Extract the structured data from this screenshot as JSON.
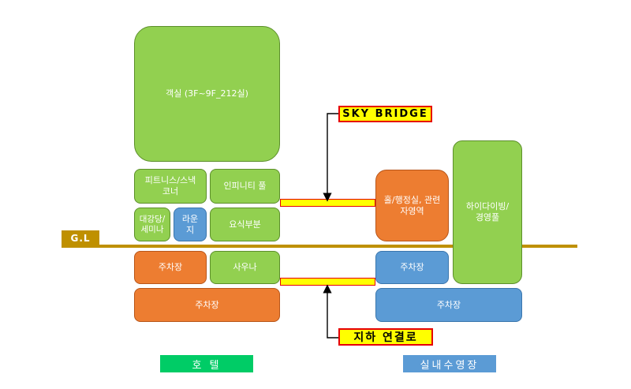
{
  "ground_level": {
    "label": "G.L"
  },
  "hotel": {
    "rooms": "객실 (3F~9F_212실)",
    "fitness": "피트니스/스낵코너",
    "infinity_pool": "인피니티 풀",
    "grand_hall": "대강당/세미나",
    "lounge": "라운지",
    "restaurant": "요식부분",
    "parking_b1": "주차장",
    "sauna": "사우나",
    "parking_b2": "주차장",
    "legend": "호 텔",
    "legend_color": "#00cc66"
  },
  "aquatic_center": {
    "hall": "홀/행정실, 관련자영역",
    "diving_pool": "하이다이빙/경영풀",
    "parking_b1": "주차장",
    "parking_b2": "주차장",
    "legend": "실내수영장",
    "legend_color": "#5b9bd5"
  },
  "connections": {
    "sky_bridge": "SKY BRIDGE",
    "underground": "지하 연결로"
  },
  "colors": {
    "green": "#92d050",
    "orange": "#ed7d31",
    "blue": "#5b9bd5",
    "ground": "#bf9000",
    "bridge": "#ffff00",
    "bridge_border": "#e60000"
  }
}
